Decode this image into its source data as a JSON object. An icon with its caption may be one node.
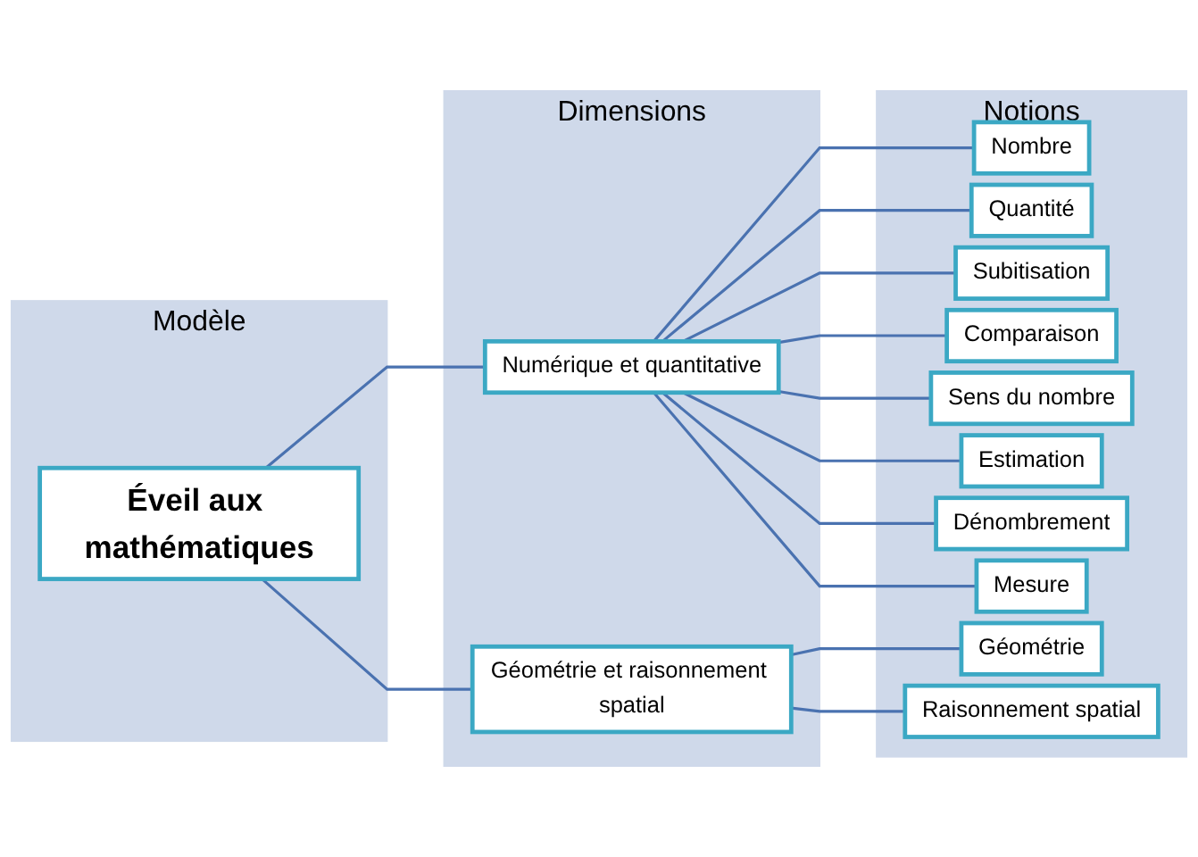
{
  "diagram": {
    "nodes": [
      {
        "text": [
          "Modèle"
        ]
      },
      {
        "text": [
          "Dimensions"
        ]
      },
      {
        "text": [
          "Notions"
        ]
      },
      {
        "text": [
          "Éveil aux mathématiques"
        ],
        "in": 0
      },
      {
        "text": [
          "Numérique et quantitative"
        ],
        "in": 1
      },
      {
        "text": [
          "Géométrie et raisonnement spatial"
        ],
        "in": 1
      },
      {
        "text": [
          "Nombre"
        ],
        "in": 2
      },
      {
        "text": [
          "Quantité"
        ],
        "in": 2
      },
      {
        "text": [
          "Subitisation"
        ],
        "in": 2
      },
      {
        "text": [
          "Comparaison"
        ],
        "in": 2
      },
      {
        "text": [
          "Sens du nombre"
        ],
        "in": 2
      },
      {
        "text": [
          "Estimation"
        ],
        "in": 2
      },
      {
        "text": [
          "Dénombrement"
        ],
        "in": 2
      },
      {
        "text": [
          "Mesure"
        ],
        "in": 2
      },
      {
        "text": [
          "Géométrie"
        ],
        "in": 2
      },
      {
        "text": [
          "Raisonnement spatial"
        ],
        "in": 2
      }
    ],
    "edges": [
      {
        "from": 3,
        "to": 4,
        "arrow": "none"
      },
      {
        "from": 3,
        "to": 5,
        "arrow": "none"
      },
      {
        "from": 4,
        "to": 6,
        "arrow": "none"
      },
      {
        "from": 4,
        "to": 7,
        "arrow": "none"
      },
      {
        "from": 4,
        "to": 8,
        "arrow": "none"
      },
      {
        "from": 4,
        "to": 9,
        "arrow": "none"
      },
      {
        "from": 4,
        "to": 10,
        "arrow": "none"
      },
      {
        "from": 4,
        "to": 11,
        "arrow": "none"
      },
      {
        "from": 4,
        "to": 12,
        "arrow": "none"
      },
      {
        "from": 4,
        "to": 13,
        "arrow": "none"
      },
      {
        "from": 5,
        "to": 14,
        "arrow": "none"
      },
      {
        "from": 5,
        "to": 15,
        "arrow": "none"
      }
    ]
  }
}
